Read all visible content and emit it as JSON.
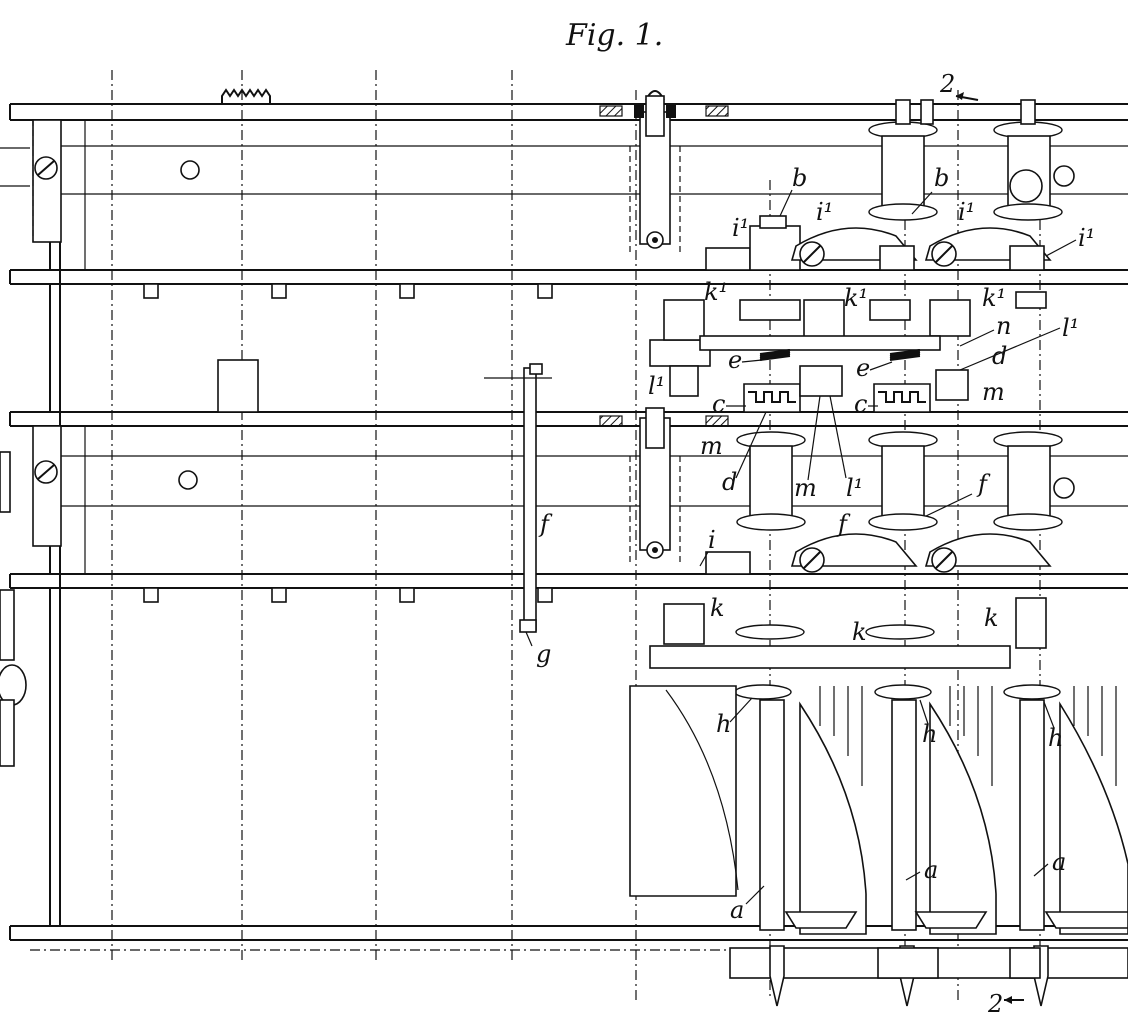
{
  "figure": {
    "title": "Fig. 1.",
    "section_marks": [
      "2",
      "2"
    ],
    "labels": {
      "a": "a",
      "b": "b",
      "c": "c",
      "d": "d",
      "e": "e",
      "f": "f",
      "g": "g",
      "h": "h",
      "i": "i",
      "i1": "i¹",
      "k": "k",
      "k1": "k¹",
      "l1": "l¹",
      "m": "m",
      "n": "n"
    }
  },
  "colors": {
    "ink": "#111111",
    "paper": "#ffffff"
  }
}
